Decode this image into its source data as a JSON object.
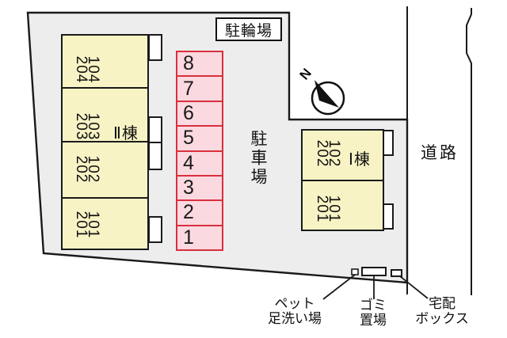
{
  "plot": {
    "bicycle_parking_label": "駐輪場",
    "parking_lot_label": "駐車場",
    "road_label": "道路",
    "north_label": "N"
  },
  "building_2": {
    "name_label": "Ⅱ棟",
    "units": [
      {
        "upper": "204",
        "lower": "104"
      },
      {
        "upper": "203",
        "lower": "103"
      },
      {
        "upper": "202",
        "lower": "102"
      },
      {
        "upper": "201",
        "lower": "101"
      }
    ]
  },
  "building_1": {
    "name_label": "Ⅰ棟",
    "units": [
      {
        "upper": "202",
        "lower": "102"
      },
      {
        "upper": "201",
        "lower": "101"
      }
    ]
  },
  "parking": {
    "spaces": [
      "8",
      "7",
      "6",
      "5",
      "4",
      "3",
      "2",
      "1"
    ]
  },
  "facilities": {
    "pet_wash_line1": "ペット",
    "pet_wash_line2": "足洗い場",
    "garbage_line1": "ゴミ",
    "garbage_line2": "置場",
    "delivery_line1": "宅配",
    "delivery_line2": "ボックス"
  },
  "colors": {
    "plot_fill": "#ededed",
    "building_fill": "#f7f3c5",
    "parking_fill": "#fbd9e0",
    "parking_border": "#d92f3d",
    "line": "#1a1a1a"
  }
}
